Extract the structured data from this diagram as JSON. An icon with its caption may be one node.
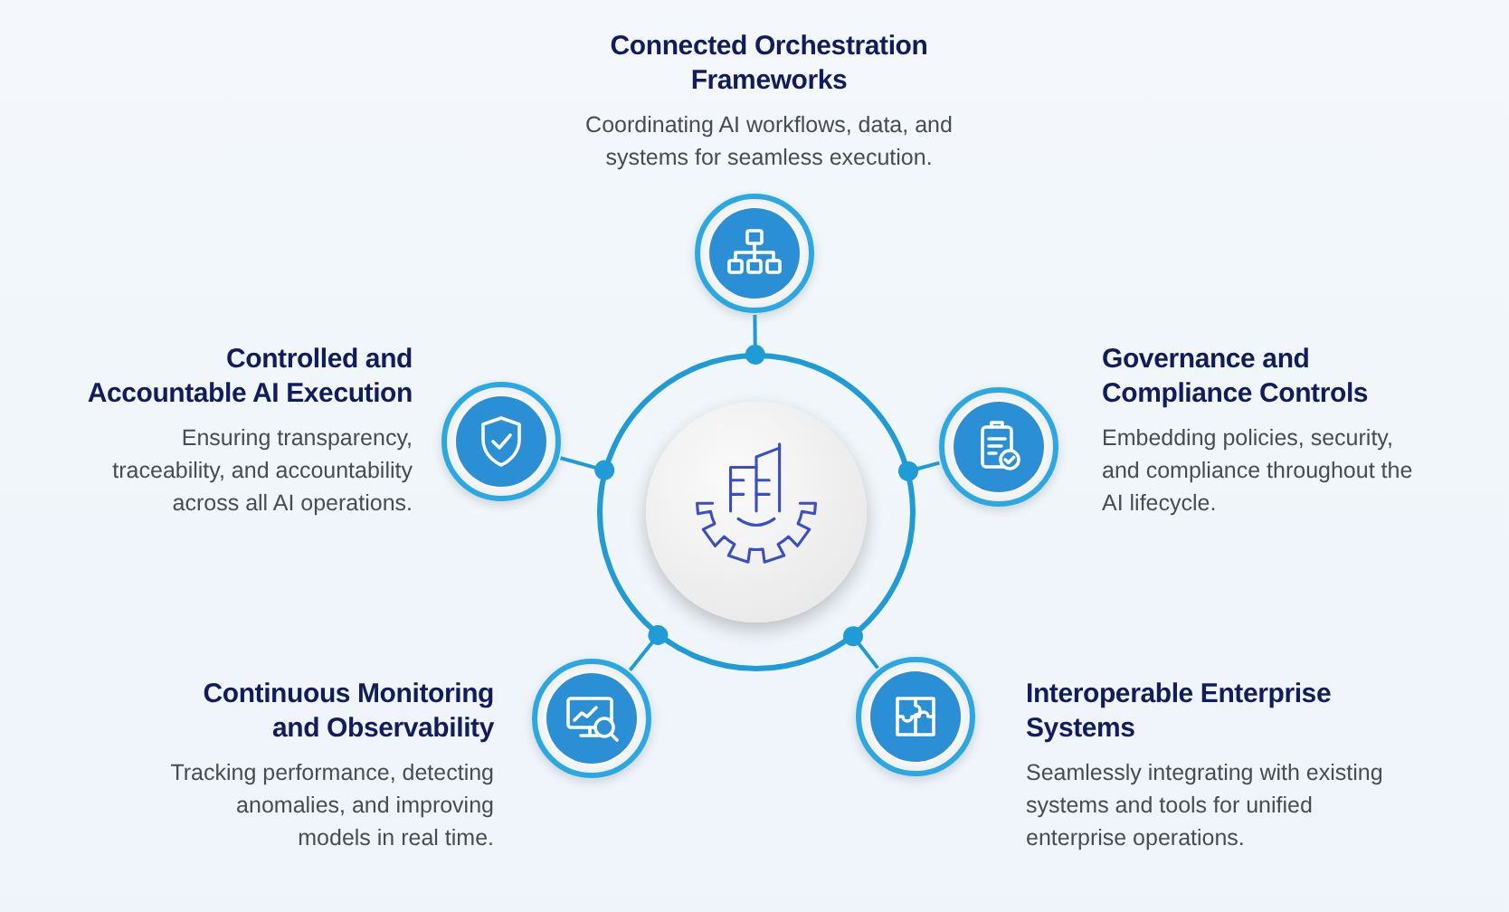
{
  "diagram": {
    "nodes": [
      {
        "text": [],
        "shape": "circle"
      },
      {
        "text": [],
        "shape": "circle",
        "beside": [
          "Connected Orchestration Frameworks",
          "Coordinating AI workflows, data, and systems for seamless execution."
        ]
      },
      {
        "text": [],
        "shape": "circle",
        "beside": [
          "Controlled and Accountable AI Execution",
          "Ensuring transparency, traceability, and accountability across all AI operations."
        ]
      },
      {
        "text": [],
        "shape": "circle",
        "beside": [
          "Governance and Compliance Controls",
          "Embedding policies, security, and compliance throughout the AI lifecycle."
        ]
      },
      {
        "text": [],
        "shape": "circle",
        "beside": [
          "Continuous Monitoring and Observability",
          "Tracking performance, detecting anomalies, and improving models in real time."
        ]
      },
      {
        "text": [],
        "shape": "circle",
        "beside": [
          "Interoperable Enterprise Systems",
          "Seamlessly integrating with existing systems and tools for unified enterprise operations."
        ]
      }
    ],
    "edges": [
      {
        "from": 0,
        "to": 1,
        "arrow": "other"
      },
      {
        "from": 0,
        "to": 2,
        "arrow": "other"
      },
      {
        "from": 0,
        "to": 3,
        "arrow": "other"
      },
      {
        "from": 0,
        "to": 4,
        "arrow": "other"
      },
      {
        "from": 0,
        "to": 5,
        "arrow": "other"
      }
    ]
  }
}
